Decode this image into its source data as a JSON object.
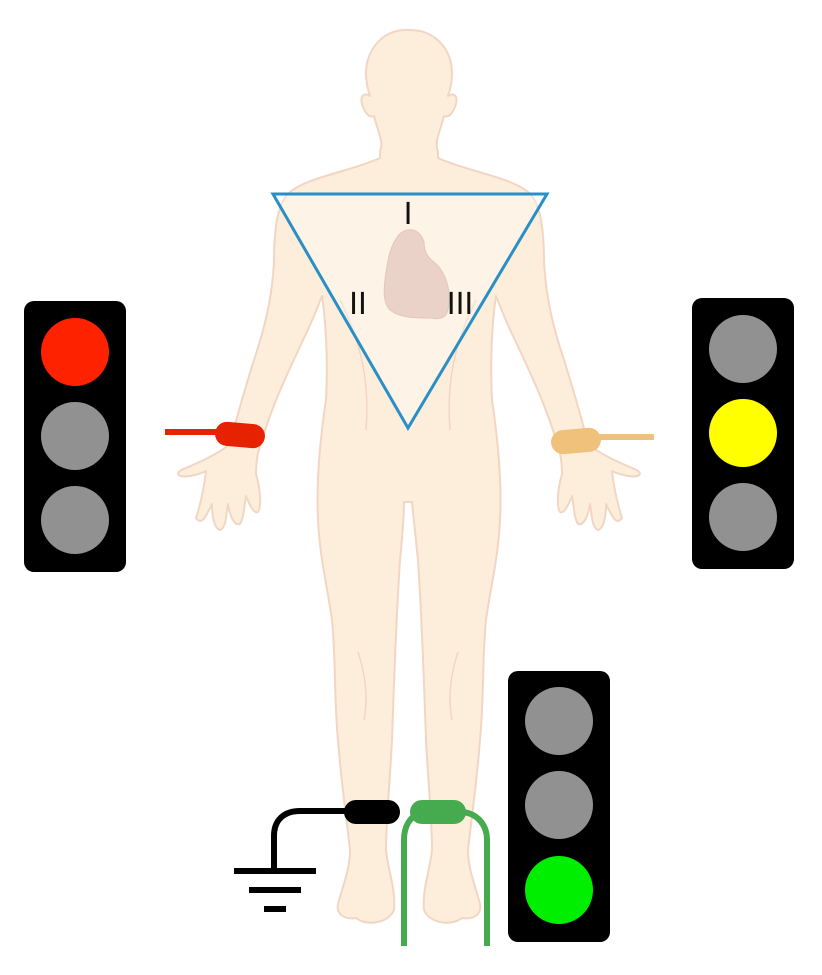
{
  "einthoven_triangle": {
    "leads": {
      "lead_1": "I",
      "lead_2": "II",
      "lead_3": "III"
    },
    "triangle_color": "#2a8fc6"
  },
  "electrodes": {
    "right_arm": {
      "color": "#e62200"
    },
    "left_arm": {
      "color": "#efc17a"
    },
    "right_leg_ground": {
      "color": "#000000"
    },
    "left_leg": {
      "color": "#46aa4e"
    }
  },
  "traffic_lights": {
    "right_arm": {
      "active": "red",
      "lamps": [
        "red",
        "off",
        "off"
      ]
    },
    "left_arm": {
      "active": "yellow",
      "lamps": [
        "off",
        "yellow",
        "off"
      ]
    },
    "left_leg": {
      "active": "green",
      "lamps": [
        "off",
        "off",
        "green"
      ]
    }
  },
  "colors": {
    "skin": "#fdeedb",
    "skin_outline": "#f1d6c4",
    "heart": "#ead2c8",
    "red_lamp": "#ff2200",
    "yellow_lamp": "#ffff00",
    "green_lamp": "#00ee00",
    "off_lamp": "#919191",
    "housing": "#000000"
  }
}
